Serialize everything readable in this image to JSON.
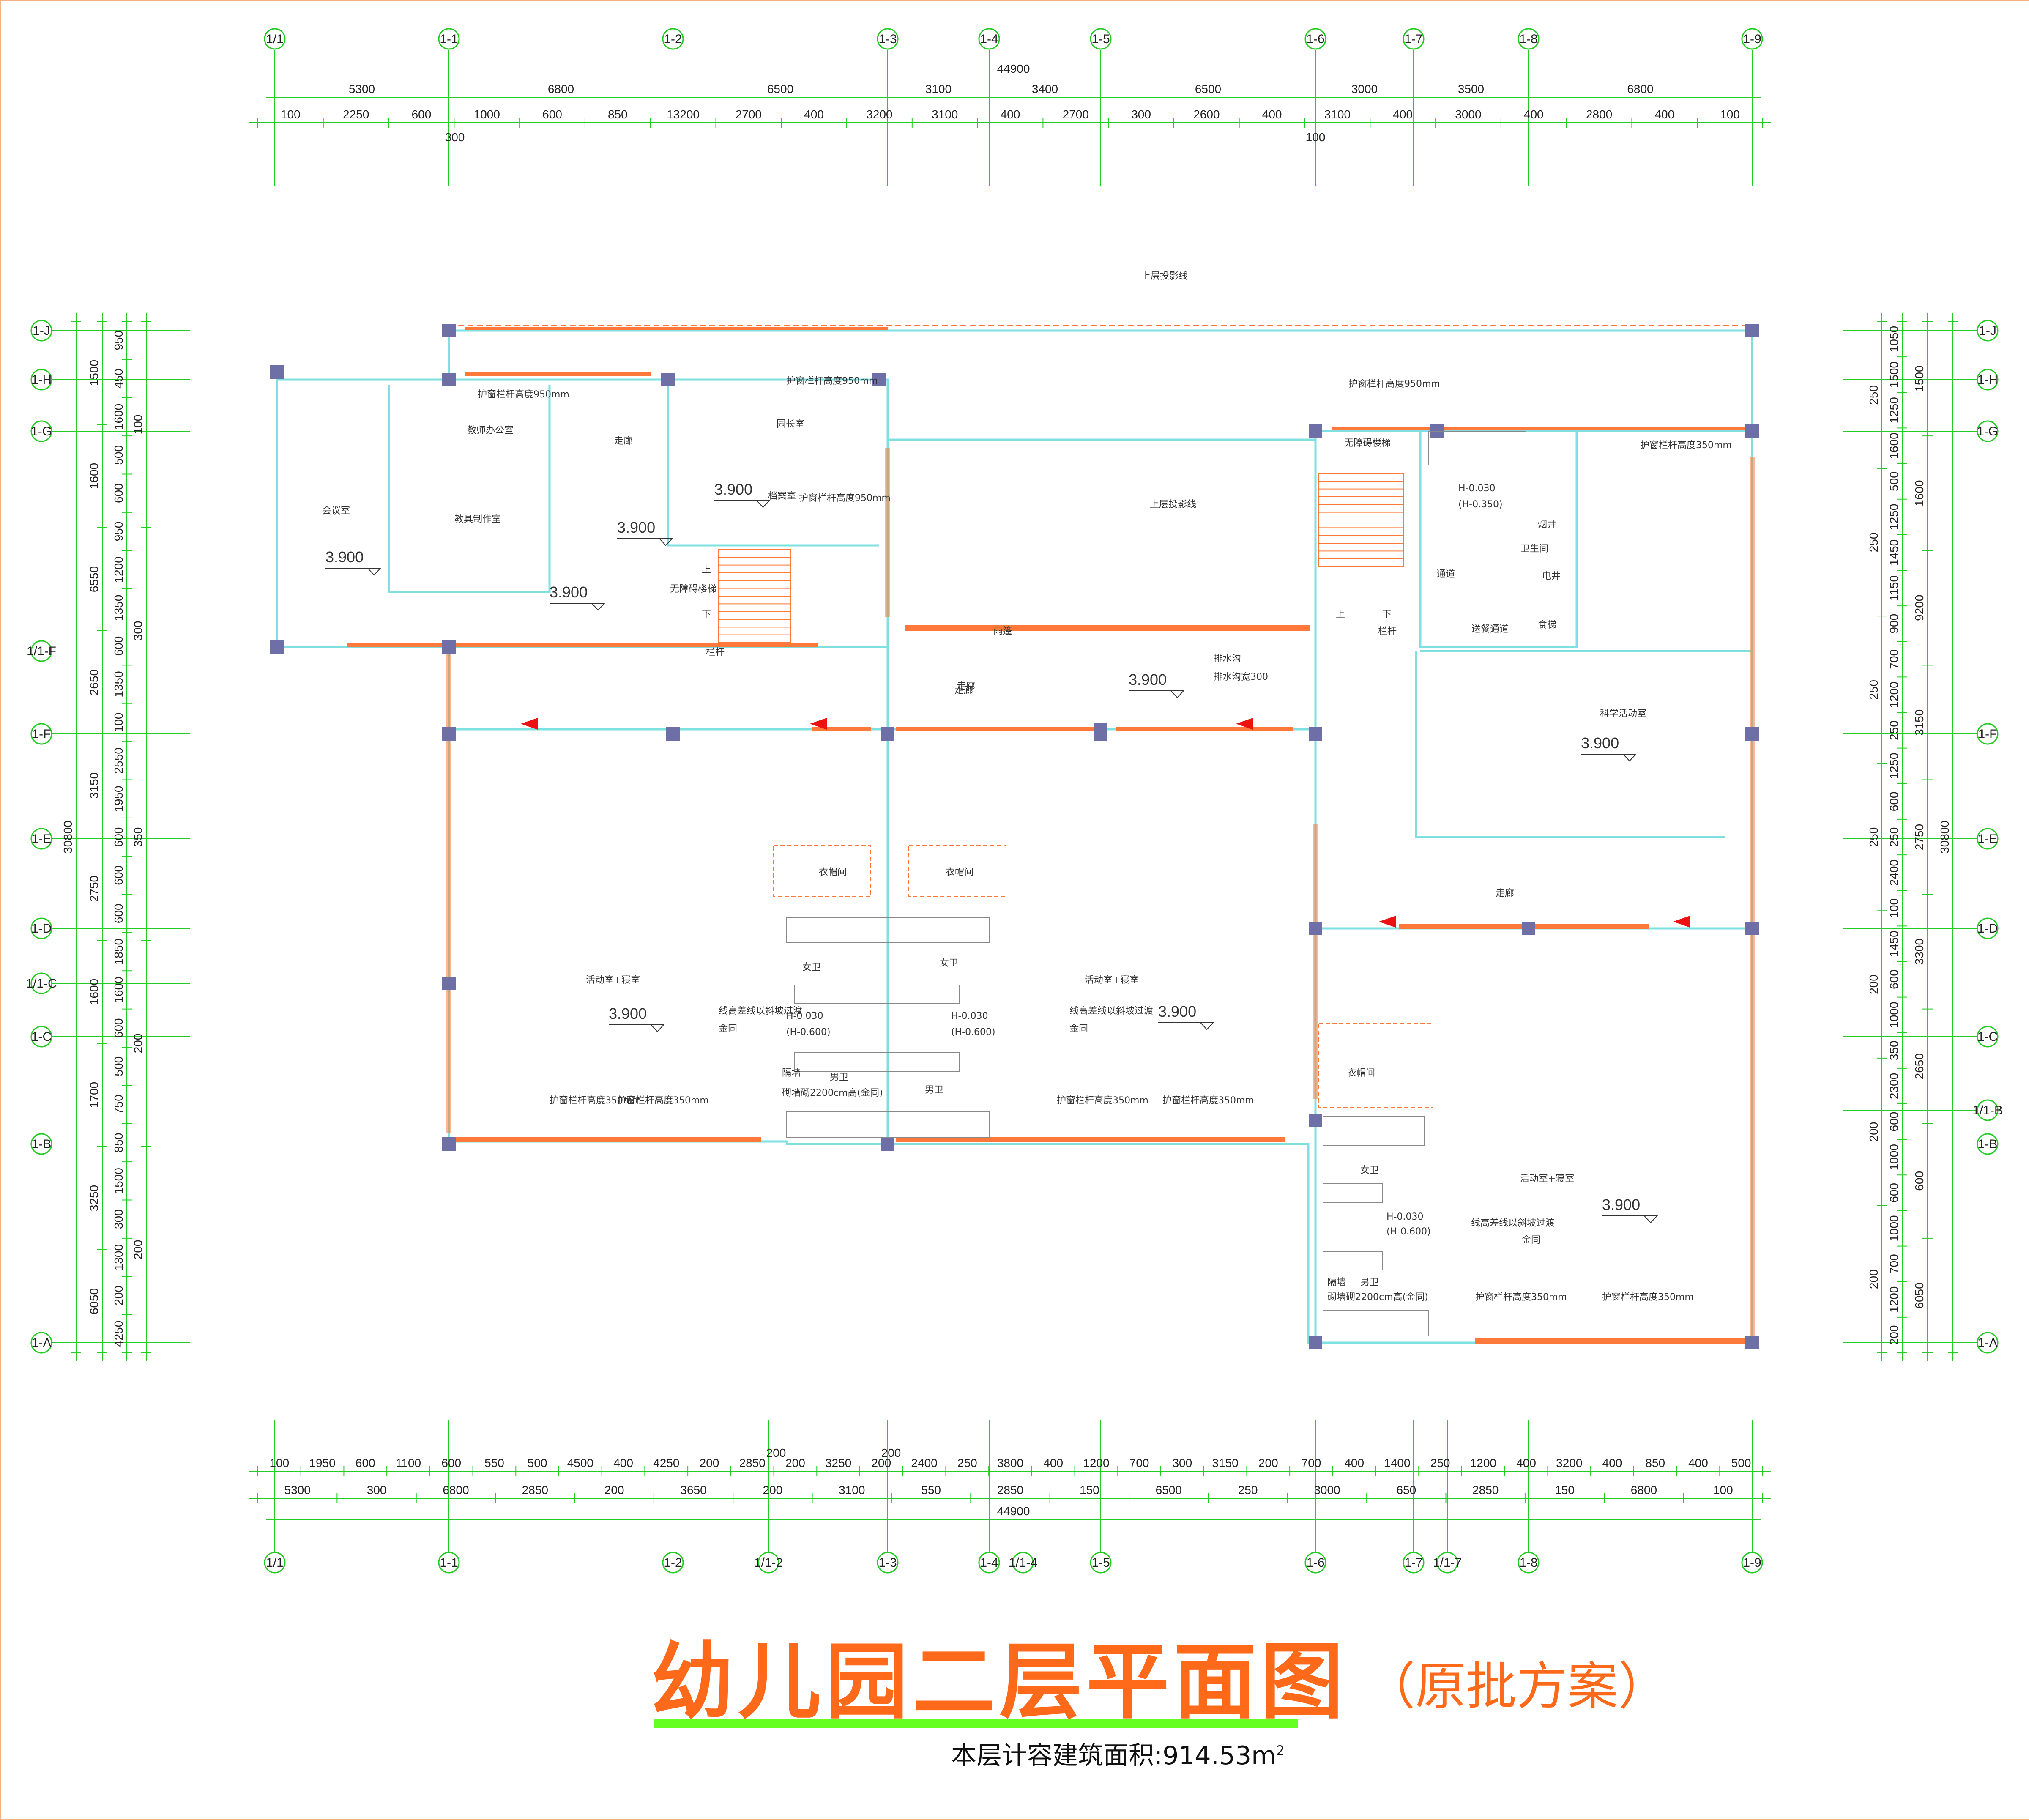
{
  "axes": {
    "top": [
      "1/1",
      "1-1",
      "1-2",
      "1-3",
      "1-4",
      "1-5",
      "1-6",
      "1-7",
      "1-8",
      "1-9"
    ],
    "bottom": [
      "1/1",
      "1-1",
      "1-2",
      "1/1-2",
      "1-3",
      "1-4",
      "1/1-4",
      "1-5",
      "1-6",
      "1-7",
      "1/1-7",
      "1-8",
      "1-9"
    ],
    "left": [
      "1-J",
      "1-H",
      "1-G",
      "1/1-F",
      "1-F",
      "1-E",
      "1-D",
      "1/1-C",
      "1-C",
      "1-B",
      "1-A"
    ],
    "right": [
      "1-J",
      "1-H",
      "1-G",
      "1-F",
      "1-E",
      "1-D",
      "1-C",
      "1/1-B",
      "1-B",
      "1-A"
    ]
  },
  "dimensions": {
    "top_total": "44900",
    "top_mid": [
      "5300",
      "6800",
      "6500",
      "3100",
      "3400",
      "6500",
      "3000",
      "3500",
      "6800"
    ],
    "top_fine": [
      "100",
      "2250",
      "600",
      "1000",
      "600",
      "850",
      "13200",
      "2700",
      "400",
      "3200",
      "3100",
      "400",
      "2700",
      "300",
      "2600",
      "400",
      "3100",
      "400",
      "3000",
      "400",
      "2800",
      "400",
      "100"
    ],
    "top_extra": [
      "300",
      "100"
    ],
    "bottom_fine": [
      "100",
      "1950",
      "600",
      "1100",
      "600",
      "550",
      "500",
      "4500",
      "400",
      "4250",
      "200",
      "2850",
      "200",
      "3250",
      "200",
      "2400",
      "250",
      "3800",
      "400",
      "1200",
      "700",
      "300",
      "3150",
      "200",
      "700",
      "400",
      "1400",
      "250",
      "1200",
      "400",
      "3200",
      "400",
      "850",
      "400",
      "500"
    ],
    "bottom_extra": [
      "200",
      "200"
    ],
    "bottom_mid": [
      "5300",
      "300",
      "6800",
      "2850",
      "200",
      "3650",
      "200",
      "3100",
      "550",
      "2850",
      "150",
      "6500",
      "250",
      "3000",
      "650",
      "2850",
      "150",
      "6800",
      "100"
    ],
    "bottom_total": "44900",
    "left_total": "30800",
    "left_mid": [
      "1500",
      "1600",
      "6550",
      "2650",
      "3150",
      "2750",
      "1600",
      "1700",
      "3250",
      "6050"
    ],
    "left_fine": [
      "950",
      "450",
      "1600",
      "500",
      "600",
      "950",
      "1200",
      "1350",
      "600",
      "1350",
      "100",
      "2550",
      "1950",
      "600",
      "600",
      "600",
      "1850",
      "1600",
      "600",
      "500",
      "750",
      "850",
      "1500",
      "300",
      "1300",
      "200",
      "4250"
    ],
    "left_small": [
      "100",
      "300",
      "350",
      "200",
      "200"
    ],
    "right_total": "30800",
    "right_mid": [
      "1500",
      "1600",
      "9200",
      "3150",
      "2750",
      "3300",
      "2650",
      "600",
      "6050"
    ],
    "right_fine": [
      "1050",
      "1500",
      "1250",
      "1600",
      "500",
      "1250",
      "1450",
      "1150",
      "900",
      "700",
      "1200",
      "250",
      "1250",
      "600",
      "250",
      "2400",
      "100",
      "1450",
      "600",
      "1000",
      "350",
      "2300",
      "600",
      "1000",
      "600",
      "1000",
      "700",
      "1200",
      "200"
    ],
    "right_small": [
      "250",
      "250",
      "250",
      "250",
      "200",
      "200",
      "200"
    ]
  },
  "rooms": [
    {
      "id": "meeting",
      "label": "会议室"
    },
    {
      "id": "teacher-office",
      "label": "教师办公室"
    },
    {
      "id": "corridor-a",
      "label": "走廊"
    },
    {
      "id": "principal",
      "label": "园长室"
    },
    {
      "id": "archive",
      "label": "档案室"
    },
    {
      "id": "toy-workshop",
      "label": "教具制作室"
    },
    {
      "id": "barrier-free-stair-a",
      "label": "无障碍楼梯"
    },
    {
      "id": "corridor-b",
      "label": "走廊"
    },
    {
      "id": "corridor-c",
      "label": "走廊"
    },
    {
      "id": "barrier-free-stair-b",
      "label": "无障碍楼梯"
    },
    {
      "id": "toilet",
      "label": "卫生间"
    },
    {
      "id": "flue",
      "label": "烟井"
    },
    {
      "id": "passage",
      "label": "通道"
    },
    {
      "id": "elec-shaft",
      "label": "电井"
    },
    {
      "id": "meal-passage",
      "label": "送餐通道"
    },
    {
      "id": "dumbwaiter",
      "label": "食梯"
    },
    {
      "id": "science",
      "label": "科学活动室"
    },
    {
      "id": "corridor-d",
      "label": "走廊"
    },
    {
      "id": "cloak-1",
      "label": "衣帽间"
    },
    {
      "id": "cloak-2",
      "label": "衣帽间"
    },
    {
      "id": "girls-1",
      "label": "女卫"
    },
    {
      "id": "girls-2",
      "label": "女卫"
    },
    {
      "id": "boys-1",
      "label": "男卫"
    },
    {
      "id": "boys-2",
      "label": "男卫"
    },
    {
      "id": "activity-1",
      "label": "活动室+寝室"
    },
    {
      "id": "activity-2",
      "label": "活动室+寝室"
    },
    {
      "id": "cloak-3",
      "label": "衣帽间"
    },
    {
      "id": "girls-3",
      "label": "女卫"
    },
    {
      "id": "boys-3",
      "label": "男卫"
    },
    {
      "id": "activity-3",
      "label": "活动室+寝室"
    }
  ],
  "elevations": [
    "3.900",
    "3.900",
    "3.900",
    "3.900",
    "3.900",
    "3.900",
    "3.900",
    "3.900",
    "3.900"
  ],
  "notes": {
    "upper_outline": "上层投影线",
    "upper_outline_2": "上层投影线",
    "rail_950_1": "护窗栏杆高度950mm",
    "rail_950_2": "护窗栏杆高度950mm",
    "rail_950_3": "护窗栏杆高度950mm",
    "rail_950_4": "护窗栏杆高度950mm",
    "rail_350_1": "护窗栏杆高度350mm",
    "rail_350_2": "护窗栏杆高度350mm",
    "rail_350_3": "护窗栏杆高度350mm",
    "rail_350_4": "护窗栏杆高度350mm",
    "rail_350_5": "护窗栏杆高度350mm",
    "rail_350_6": "护窗栏杆高度350mm",
    "rail_350_7": "护窗栏杆高度350mm",
    "railing_1": "栏杆",
    "railing_2": "栏杆",
    "drain_1": "排水沟",
    "drain_2": "排水沟宽300",
    "canopy": "雨篷",
    "up_1": "上",
    "down_1": "下",
    "up_2": "上",
    "down_2": "下",
    "h_toilet_top": "H-0.030",
    "h_toilet_top_2": "(H-0.350)",
    "h_1a": "H-0.030",
    "h_1b": "(H-0.600)",
    "h_2a": "H-0.030",
    "h_2b": "(H-0.600)",
    "h_3a": "H-0.030",
    "h_3b": "(H-0.600)",
    "trans_1": "线高差线以斜坡过渡",
    "trans_1b": "金同",
    "trans_2": "线高差线以斜坡过渡",
    "trans_2b": "金同",
    "trans_3": "线高差线以斜坡过渡",
    "trans_3b": "金同",
    "partition_1": "隔墙",
    "partition_1b": "砌墙砌2200cm高(金同)",
    "partition_2": "隔墙",
    "partition_2b": "砌墙砌2200cm高(金同)"
  },
  "title": {
    "main": "幼儿园二层平面图",
    "sub": "（原批方案）",
    "area_prefix": "本层计容建筑面积:914.53m",
    "area_sup": "2"
  },
  "colors": {
    "axis_green": "#22cc22",
    "wall_cyan": "#7ee0e0",
    "window_orange": "#ff7a3a",
    "column_gray": "#6f6fa8",
    "title_orange": "#ff6a1a",
    "underline_green": "#66ff22",
    "red_marker": "#ee1111"
  }
}
